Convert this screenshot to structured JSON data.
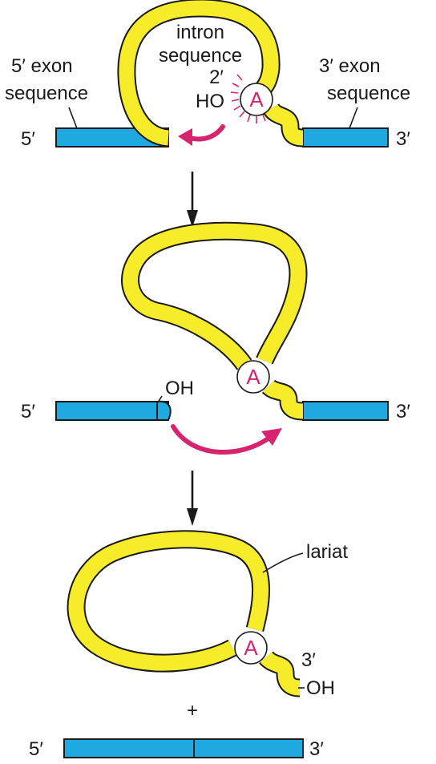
{
  "step1": {
    "intron_label_line1": "intron",
    "intron_label_line2": "sequence",
    "exon5_label_line1": "5′ exon",
    "exon5_label_line2": "sequence",
    "exon3_label_line1": "3′ exon",
    "exon3_label_line2": "sequence",
    "prime_2": "2′",
    "hydroxyl": "HO",
    "adenosine": "A",
    "end5": "5′",
    "end3": "3′"
  },
  "step2": {
    "hydroxyl": "OH",
    "adenosine": "A",
    "end5": "5′",
    "end3": "3′"
  },
  "step3": {
    "lariat_label": "lariat",
    "adenosine": "A",
    "end3_prime": "3′",
    "hydroxyl": "OH",
    "plus": "+",
    "end5": "5′",
    "end3": "3′"
  },
  "colors": {
    "exon": "#1fa9e1",
    "intron": "#f6ec2a",
    "accent": "#d6246e"
  }
}
